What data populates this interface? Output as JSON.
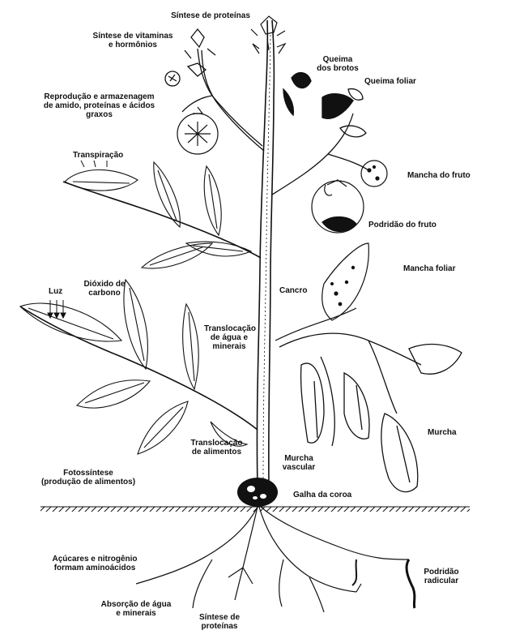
{
  "labels": {
    "sintese_proteinas_top": "Síntese de proteínas",
    "sintese_vitaminas_1": "Síntese de vitaminas",
    "sintese_vitaminas_2": "e hormônios",
    "reproducao_1": "Reprodução e armazenagem",
    "reproducao_2": "de amido, proteínas e ácidos",
    "reproducao_3": "graxos",
    "queima_brotos_1": "Queima",
    "queima_brotos_2": "dos brotos",
    "queima_foliar": "Queima foliar",
    "transpiracao": "Transpiração",
    "mancha_fruto": "Mancha do fruto",
    "podridao_fruto": "Podridão do fruto",
    "mancha_foliar": "Mancha foliar",
    "luz": "Luz",
    "dioxido_1": "Dióxido de",
    "dioxido_2": "carbono",
    "cancro": "Cancro",
    "translocacao_agua_1": "Translocação",
    "translocacao_agua_2": "de água e",
    "translocacao_agua_3": "minerais",
    "murcha": "Murcha",
    "translocacao_alim_1": "Translocação",
    "translocacao_alim_2": "de alimentos",
    "murcha_vascular_1": "Murcha",
    "murcha_vascular_2": "vascular",
    "fotossintese_1": "Fotossíntese",
    "fotossintese_2": "(produção de alimentos)",
    "galha_coroa": "Galha da coroa",
    "acucares_1": "Açúcares e nitrogênio",
    "acucares_2": "formam aminoácidos",
    "podridao_radicular_1": "Podridão",
    "podridao_radicular_2": "radicular",
    "absorcao_1": "Absorção de água",
    "absorcao_2": "e minerais",
    "sintese_proteinas_root_1": "Síntese de",
    "sintese_proteinas_root_2": "proteínas"
  },
  "colors": {
    "ink": "#111111",
    "background": "#ffffff"
  }
}
